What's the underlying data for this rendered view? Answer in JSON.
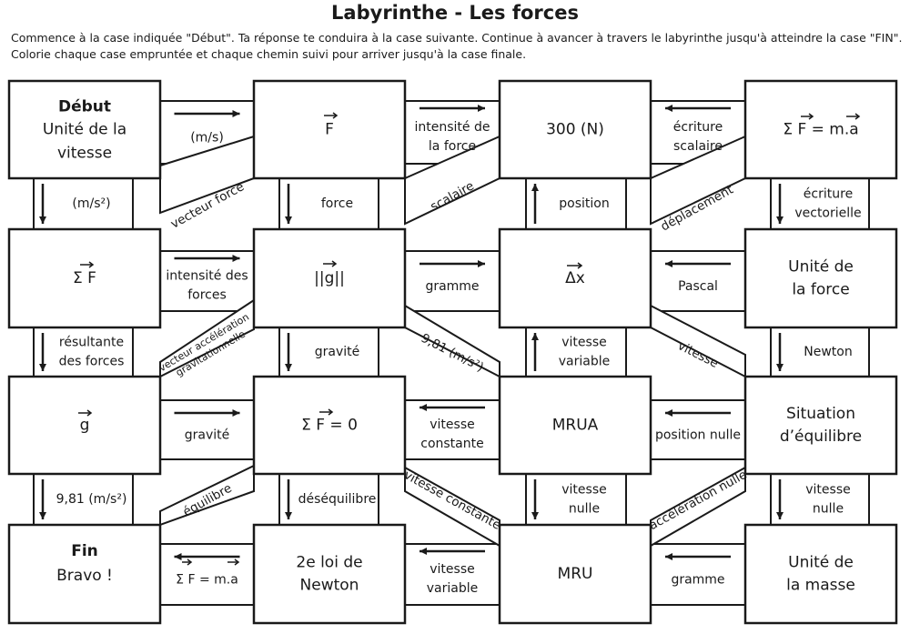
{
  "title": "Labyrinthe - Les forces",
  "instructions": [
    "Commence à la case indiquée \"Début\". Ta réponse te conduira à la case suivante. Continue à avancer à travers le labyrinthe jusqu'à atteindre la case \"FIN\".",
    "Colorie chaque case empruntée et chaque chemin suivi pour arriver jusqu'à la case finale."
  ],
  "boxes": {
    "r1c1": {
      "heading": "Début",
      "lines": [
        "Unité de la",
        "vitesse"
      ]
    },
    "r1c2": {
      "lines": [
        "F"
      ]
    },
    "r1c3": {
      "lines": [
        "300 (N)"
      ]
    },
    "r1c4": {
      "lines": [
        "Σ F = m.a"
      ]
    },
    "r2c1": {
      "lines": [
        "Σ F"
      ]
    },
    "r2c2": {
      "lines": [
        "||g||"
      ]
    },
    "r2c3": {
      "lines": [
        "Δx"
      ]
    },
    "r2c4": {
      "lines": [
        "Unité de",
        "la force"
      ]
    },
    "r3c1": {
      "lines": [
        "g"
      ]
    },
    "r3c2": {
      "lines": [
        "Σ F = 0"
      ]
    },
    "r3c3": {
      "lines": [
        "MRUA"
      ]
    },
    "r3c4": {
      "lines": [
        "Situation",
        "d’équilibre"
      ]
    },
    "r4c1": {
      "heading": "Fin",
      "lines": [
        "Bravo !"
      ]
    },
    "r4c2": {
      "lines": [
        "2e loi de",
        "Newton"
      ]
    },
    "r4c3": {
      "lines": [
        "MRU"
      ]
    },
    "r4c4": {
      "lines": [
        "Unité de",
        "la masse"
      ]
    }
  },
  "horizontal_paths": {
    "r1_12": [
      "(m/s)"
    ],
    "r1_23": [
      "intensité de",
      "la force"
    ],
    "r1_34": [
      "écriture",
      "scalaire"
    ],
    "r2_12": [
      "intensité des",
      "forces"
    ],
    "r2_23": [
      "gramme"
    ],
    "r2_34": [
      "Pascal"
    ],
    "r3_12": [
      "gravité"
    ],
    "r3_23": [
      "vitesse",
      "constante"
    ],
    "r3_34": [
      "position nulle"
    ],
    "r4_12": [
      "Σ F = m.a"
    ],
    "r4_23": [
      "vitesse",
      "variable"
    ],
    "r4_34": [
      "gramme"
    ]
  },
  "vertical_paths": {
    "v12_c1": [
      "(m/s²)"
    ],
    "v12_c2": [
      "force"
    ],
    "v12_c3": [
      "position"
    ],
    "v12_c4": [
      "écriture",
      "vectorielle"
    ],
    "v23_c1": [
      "résultante",
      "des forces"
    ],
    "v23_c2": [
      "gravité"
    ],
    "v23_c3": [
      "vitesse",
      "variable"
    ],
    "v23_c4": [
      "Newton"
    ],
    "v34_c1": [
      "9,81 (m/s²)"
    ],
    "v34_c2": [
      "déséquilibre"
    ],
    "v34_c3": [
      "vitesse",
      "nulle"
    ],
    "v34_c4": [
      "vitesse",
      "nulle"
    ]
  },
  "diagonal_paths": {
    "d12_a": [
      "vecteur force"
    ],
    "d12_b": [
      "scalaire"
    ],
    "d12_c": [
      "déplacement"
    ],
    "d23_a": [
      "vecteur accélération",
      "gravitationnelle"
    ],
    "d23_b": [
      "9,81 (m/s²)"
    ],
    "d23_c": [
      "vitesse"
    ],
    "d34_a": [
      "équilibre"
    ],
    "d34_b": [
      "vitesse constante"
    ],
    "d34_c": [
      "accélération nulle"
    ]
  },
  "colors": {
    "line": "#1a1a1a",
    "background": "#ffffff"
  }
}
